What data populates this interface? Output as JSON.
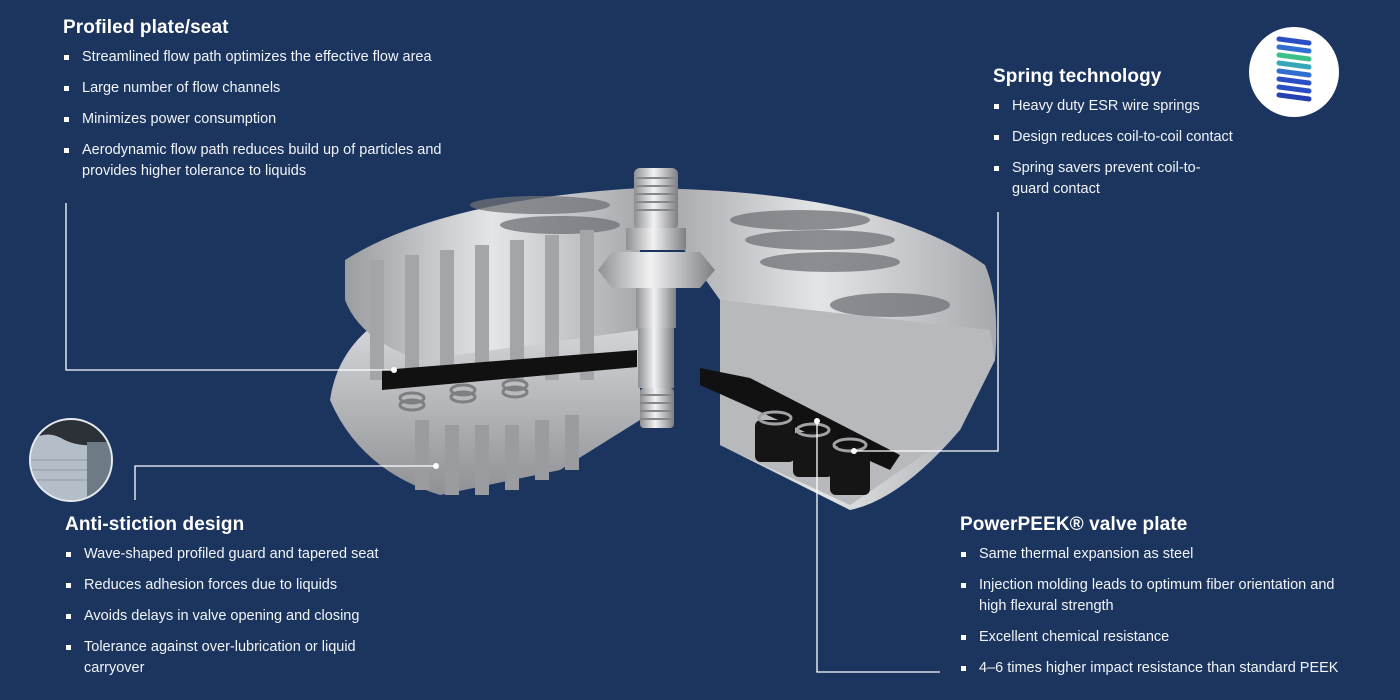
{
  "colors": {
    "background": "#1b355f",
    "text": "#ffffff",
    "connector": "#ffffff",
    "metal_light": "#d9dadc",
    "metal_dark": "#8d8f93",
    "plate_black": "#111111",
    "spring_blue": "#2a4fc4",
    "spring_green": "#3cc08a"
  },
  "sections": {
    "profiled": {
      "title": "Profiled plate/seat",
      "items": [
        "Streamlined flow path optimizes the effective flow area",
        "Large number of flow channels",
        "Minimizes power consumption",
        "Aerodynamic flow path reduces build up of particles and provides higher tolerance to liquids"
      ]
    },
    "spring": {
      "title": "Spring technology",
      "items": [
        "Heavy duty ESR wire springs",
        "Design reduces coil-to-coil contact",
        "Spring savers prevent coil-to-guard contact"
      ]
    },
    "anti": {
      "title": "Anti-stiction design",
      "items": [
        "Wave-shaped profiled guard and tapered seat",
        "Reduces adhesion forces due to liquids",
        "Avoids delays in valve opening and closing",
        "Tolerance against over-lubrication or liquid carryover"
      ]
    },
    "peek": {
      "title": "PowerPEEK® valve plate",
      "items": [
        "Same thermal expansion as steel",
        "Injection molding leads to optimum fiber orientation and high flexural strength",
        "Excellent chemical resistance",
        "4–6 times higher impact resistance than standard PEEK"
      ]
    }
  },
  "icons": {
    "spring_thumbnail": "spring-fea-icon",
    "anti_thumbnail": "guard-closeup-icon"
  }
}
